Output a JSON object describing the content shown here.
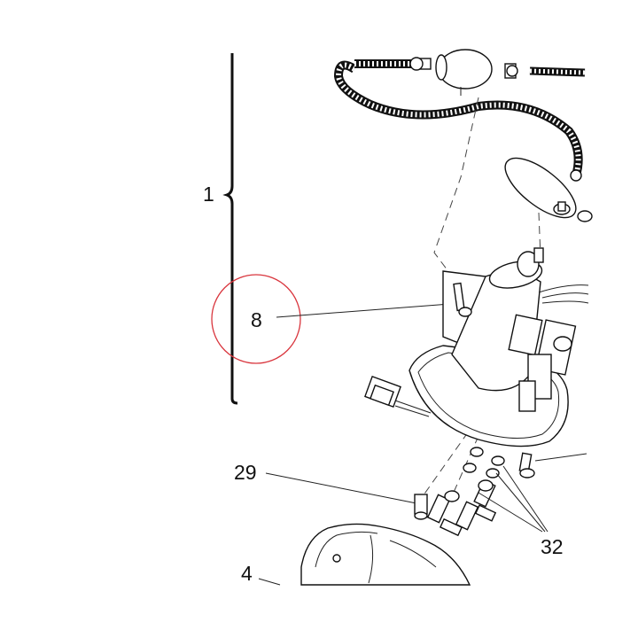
{
  "callouts": {
    "assembly": "1",
    "pump": "8",
    "clamp": "29",
    "fittings": "32",
    "part4": "4"
  },
  "highlight": {
    "target": "pump",
    "color": "#d9363e"
  }
}
